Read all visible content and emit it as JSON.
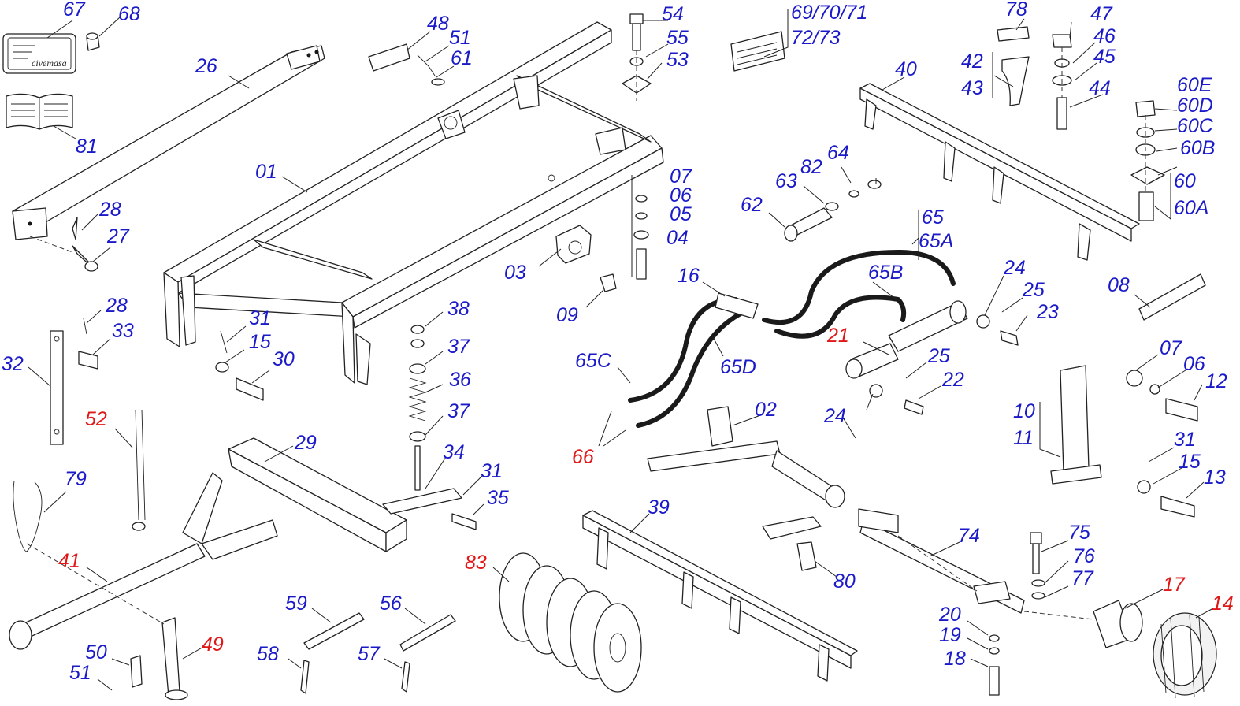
{
  "diagram": {
    "label_colors": {
      "standard": "#1a1ac8",
      "highlight": "#e01818"
    },
    "nameplate_text": "civemasa",
    "callouts": [
      {
        "id": "67",
        "text": "67",
        "color": "standard"
      },
      {
        "id": "68",
        "text": "68",
        "color": "standard"
      },
      {
        "id": "26",
        "text": "26",
        "color": "standard"
      },
      {
        "id": "81",
        "text": "81",
        "color": "standard"
      },
      {
        "id": "48",
        "text": "48",
        "color": "standard"
      },
      {
        "id": "51a",
        "text": "51",
        "color": "standard"
      },
      {
        "id": "61",
        "text": "61",
        "color": "standard"
      },
      {
        "id": "54",
        "text": "54",
        "color": "standard"
      },
      {
        "id": "55",
        "text": "55",
        "color": "standard"
      },
      {
        "id": "53",
        "text": "53",
        "color": "standard"
      },
      {
        "id": "69",
        "text": "69/70/71",
        "color": "standard"
      },
      {
        "id": "72",
        "text": "72/73",
        "color": "standard"
      },
      {
        "id": "78",
        "text": "78",
        "color": "standard"
      },
      {
        "id": "47",
        "text": "47",
        "color": "standard"
      },
      {
        "id": "46",
        "text": "46",
        "color": "standard"
      },
      {
        "id": "45",
        "text": "45",
        "color": "standard"
      },
      {
        "id": "42",
        "text": "42",
        "color": "standard"
      },
      {
        "id": "43",
        "text": "43",
        "color": "standard"
      },
      {
        "id": "44",
        "text": "44",
        "color": "standard"
      },
      {
        "id": "40",
        "text": "40",
        "color": "standard"
      },
      {
        "id": "60E",
        "text": "60E",
        "color": "standard"
      },
      {
        "id": "60D",
        "text": "60D",
        "color": "standard"
      },
      {
        "id": "60C",
        "text": "60C",
        "color": "standard"
      },
      {
        "id": "60B",
        "text": "60B",
        "color": "standard"
      },
      {
        "id": "60",
        "text": "60",
        "color": "standard"
      },
      {
        "id": "60A",
        "text": "60A",
        "color": "standard"
      },
      {
        "id": "01",
        "text": "01",
        "color": "standard"
      },
      {
        "id": "28a",
        "text": "28",
        "color": "standard"
      },
      {
        "id": "27",
        "text": "27",
        "color": "standard"
      },
      {
        "id": "07a",
        "text": "07",
        "color": "standard"
      },
      {
        "id": "06a",
        "text": "06",
        "color": "standard"
      },
      {
        "id": "05",
        "text": "05",
        "color": "standard"
      },
      {
        "id": "04",
        "text": "04",
        "color": "standard"
      },
      {
        "id": "64",
        "text": "64",
        "color": "standard"
      },
      {
        "id": "82",
        "text": "82",
        "color": "standard"
      },
      {
        "id": "63",
        "text": "63",
        "color": "standard"
      },
      {
        "id": "62",
        "text": "62",
        "color": "standard"
      },
      {
        "id": "65",
        "text": "65",
        "color": "standard"
      },
      {
        "id": "65A",
        "text": "65A",
        "color": "standard"
      },
      {
        "id": "03",
        "text": "03",
        "color": "standard"
      },
      {
        "id": "09",
        "text": "09",
        "color": "standard"
      },
      {
        "id": "16",
        "text": "16",
        "color": "standard"
      },
      {
        "id": "65B",
        "text": "65B",
        "color": "standard"
      },
      {
        "id": "08",
        "text": "08",
        "color": "standard"
      },
      {
        "id": "24a",
        "text": "24",
        "color": "standard"
      },
      {
        "id": "25a",
        "text": "25",
        "color": "standard"
      },
      {
        "id": "23",
        "text": "23",
        "color": "standard"
      },
      {
        "id": "28b",
        "text": "28",
        "color": "standard"
      },
      {
        "id": "33",
        "text": "33",
        "color": "standard"
      },
      {
        "id": "31a",
        "text": "31",
        "color": "standard"
      },
      {
        "id": "15a",
        "text": "15",
        "color": "standard"
      },
      {
        "id": "30",
        "text": "30",
        "color": "standard"
      },
      {
        "id": "38",
        "text": "38",
        "color": "standard"
      },
      {
        "id": "37a",
        "text": "37",
        "color": "standard"
      },
      {
        "id": "36",
        "text": "36",
        "color": "standard"
      },
      {
        "id": "37b",
        "text": "37",
        "color": "standard"
      },
      {
        "id": "32",
        "text": "32",
        "color": "standard"
      },
      {
        "id": "21",
        "text": "21",
        "color": "highlight"
      },
      {
        "id": "25b",
        "text": "25",
        "color": "standard"
      },
      {
        "id": "22",
        "text": "22",
        "color": "standard"
      },
      {
        "id": "65C",
        "text": "65C",
        "color": "standard"
      },
      {
        "id": "65D",
        "text": "65D",
        "color": "standard"
      },
      {
        "id": "07b",
        "text": "07",
        "color": "standard"
      },
      {
        "id": "06b",
        "text": "06",
        "color": "standard"
      },
      {
        "id": "12",
        "text": "12",
        "color": "standard"
      },
      {
        "id": "52",
        "text": "52",
        "color": "highlight"
      },
      {
        "id": "24b",
        "text": "24",
        "color": "standard"
      },
      {
        "id": "02",
        "text": "02",
        "color": "standard"
      },
      {
        "id": "10",
        "text": "10",
        "color": "standard"
      },
      {
        "id": "11",
        "text": "11",
        "color": "standard"
      },
      {
        "id": "29",
        "text": "29",
        "color": "standard"
      },
      {
        "id": "66",
        "text": "66",
        "color": "highlight"
      },
      {
        "id": "34",
        "text": "34",
        "color": "standard"
      },
      {
        "id": "31b",
        "text": "31",
        "color": "standard"
      },
      {
        "id": "15b",
        "text": "15",
        "color": "standard"
      },
      {
        "id": "31c",
        "text": "31",
        "color": "standard"
      },
      {
        "id": "79",
        "text": "79",
        "color": "standard"
      },
      {
        "id": "35",
        "text": "35",
        "color": "standard"
      },
      {
        "id": "13",
        "text": "13",
        "color": "standard"
      },
      {
        "id": "39",
        "text": "39",
        "color": "standard"
      },
      {
        "id": "41",
        "text": "41",
        "color": "highlight"
      },
      {
        "id": "74",
        "text": "74",
        "color": "standard"
      },
      {
        "id": "83",
        "text": "83",
        "color": "highlight"
      },
      {
        "id": "75",
        "text": "75",
        "color": "standard"
      },
      {
        "id": "76",
        "text": "76",
        "color": "standard"
      },
      {
        "id": "80",
        "text": "80",
        "color": "standard"
      },
      {
        "id": "17",
        "text": "17",
        "color": "highlight"
      },
      {
        "id": "77",
        "text": "77",
        "color": "standard"
      },
      {
        "id": "14",
        "text": "14",
        "color": "highlight"
      },
      {
        "id": "59",
        "text": "59",
        "color": "standard"
      },
      {
        "id": "56",
        "text": "56",
        "color": "standard"
      },
      {
        "id": "20",
        "text": "20",
        "color": "standard"
      },
      {
        "id": "19",
        "text": "19",
        "color": "standard"
      },
      {
        "id": "49",
        "text": "49",
        "color": "highlight"
      },
      {
        "id": "50",
        "text": "50",
        "color": "standard"
      },
      {
        "id": "58",
        "text": "58",
        "color": "standard"
      },
      {
        "id": "57",
        "text": "57",
        "color": "standard"
      },
      {
        "id": "18",
        "text": "18",
        "color": "standard"
      },
      {
        "id": "51b",
        "text": "51",
        "color": "standard"
      }
    ]
  }
}
